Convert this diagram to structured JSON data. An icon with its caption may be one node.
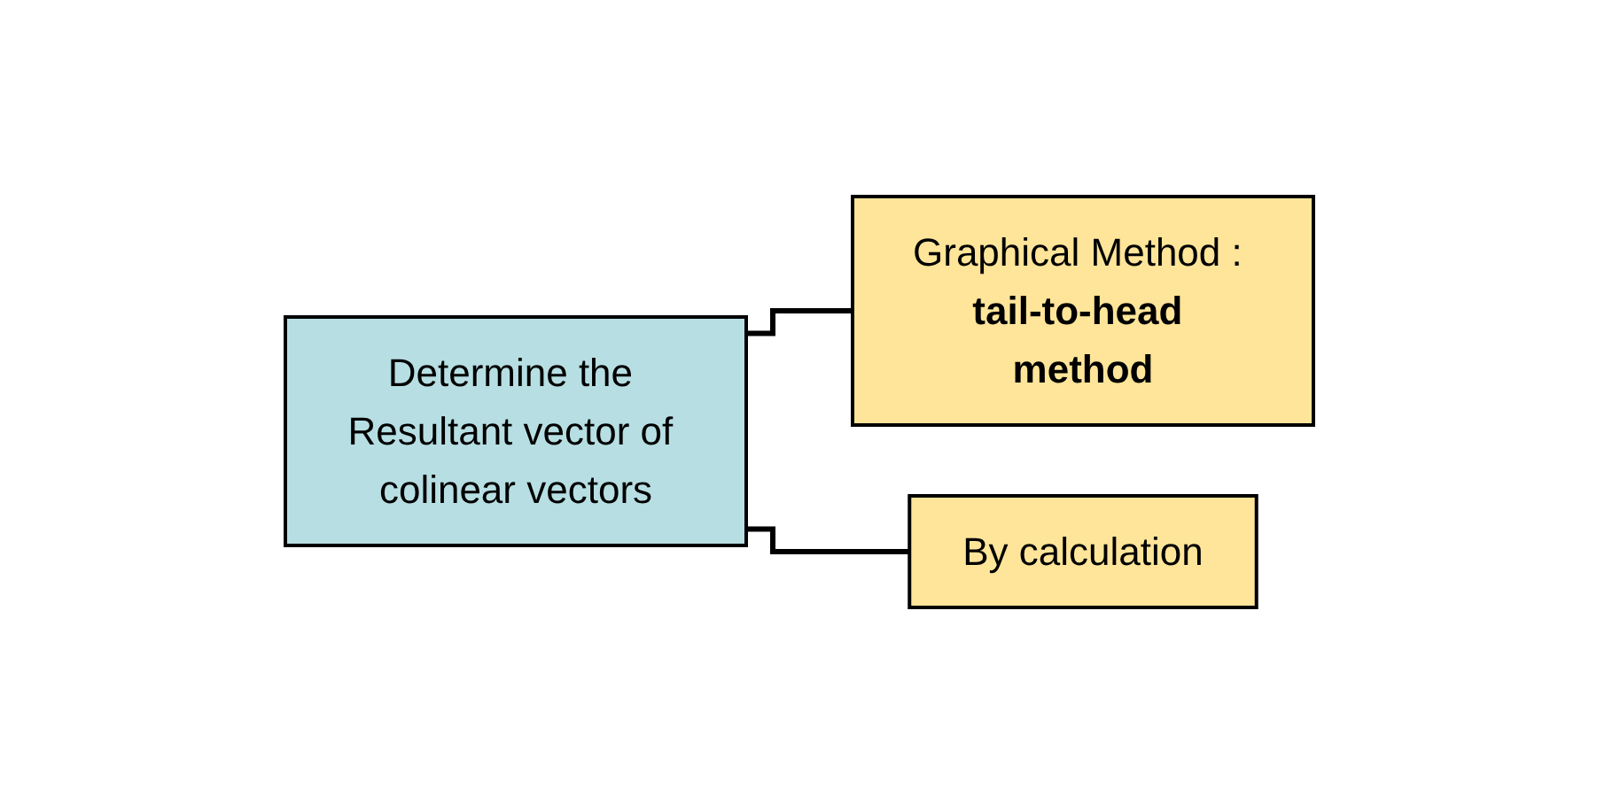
{
  "diagram": {
    "nodes": [
      {
        "text": [
          "Determine the Resultant vector of colinear vectors"
        ]
      },
      {
        "text": [
          "Graphical Method : **tail-to-head method**"
        ]
      },
      {
        "text": [
          "By calculation"
        ]
      }
    ],
    "edges": [
      {
        "from": 0,
        "to": 1,
        "arrow": "none"
      },
      {
        "from": 0,
        "to": 2,
        "arrow": "none"
      }
    ]
  }
}
